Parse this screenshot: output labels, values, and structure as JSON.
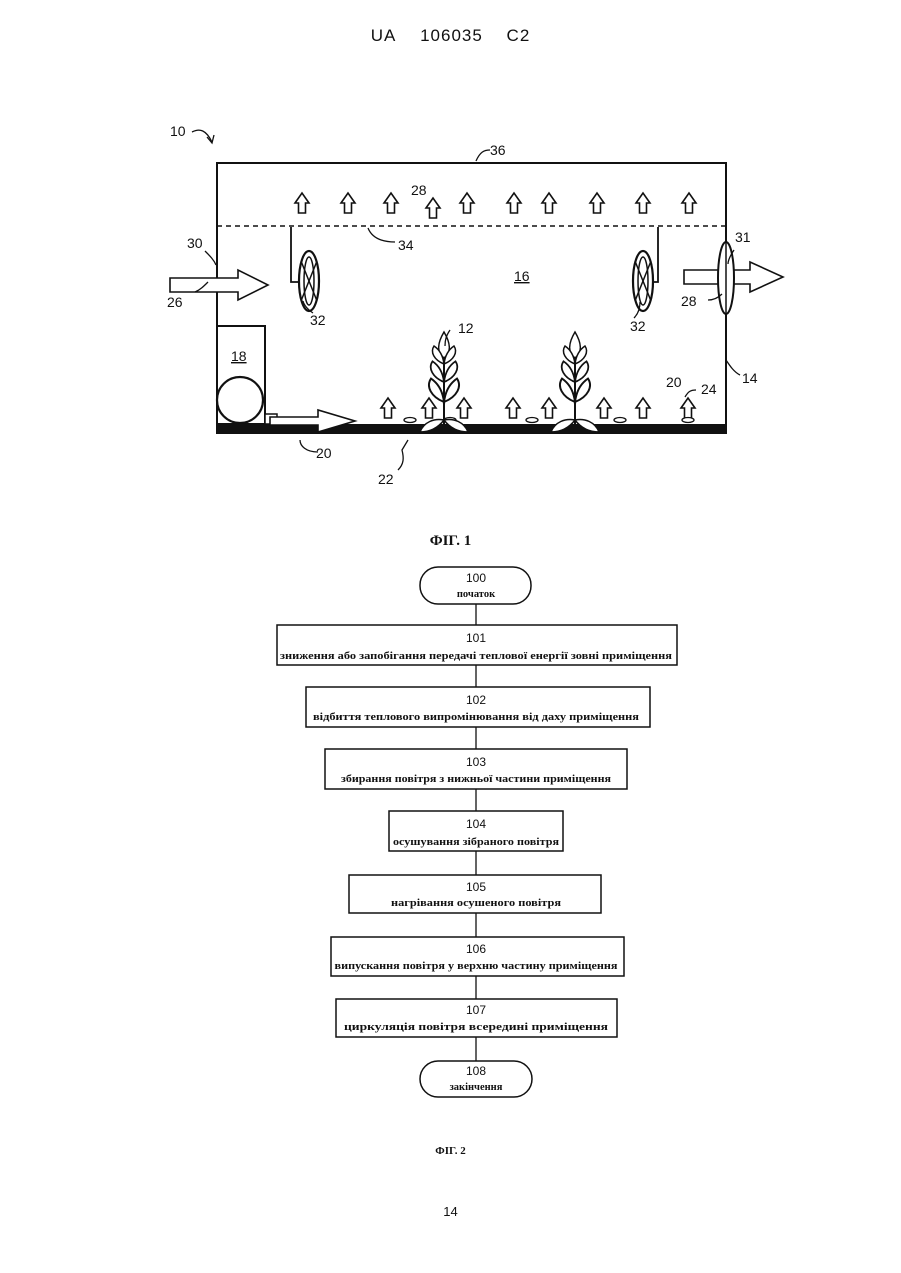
{
  "header": {
    "country": "UA",
    "number": "106035",
    "kind": "C2"
  },
  "figure1": {
    "caption": "ФІГ. 1",
    "labels": {
      "l10": "10",
      "l36": "36",
      "l28a": "28",
      "l34": "34",
      "l30": "30",
      "l31": "31",
      "l16": "16",
      "l26": "26",
      "l32a": "32",
      "l32b": "32",
      "l28b": "28",
      "l18": "18",
      "l12": "12",
      "l14": "14",
      "l20a": "20",
      "l24": "24",
      "l20b": "20",
      "l22": "22"
    }
  },
  "figure2": {
    "caption": "ФІГ. 2",
    "steps": [
      {
        "num": "100",
        "text": "початок"
      },
      {
        "num": "101",
        "text": "зниження або запобігання передачі теплової енергії зовні приміщення"
      },
      {
        "num": "102",
        "text": "відбиття теплового випромінювання від даху приміщення"
      },
      {
        "num": "103",
        "text": "збирання повітря з нижньої частини приміщення"
      },
      {
        "num": "104",
        "text": "осушування зібраного повітря"
      },
      {
        "num": "105",
        "text": "нагрівання осушеного повітря"
      },
      {
        "num": "106",
        "text": "випускання повітря у верхню частину приміщення"
      },
      {
        "num": "107",
        "text": "циркуляція повітря всередині приміщення"
      },
      {
        "num": "108",
        "text": "закінчення"
      }
    ]
  },
  "page_number": "14"
}
